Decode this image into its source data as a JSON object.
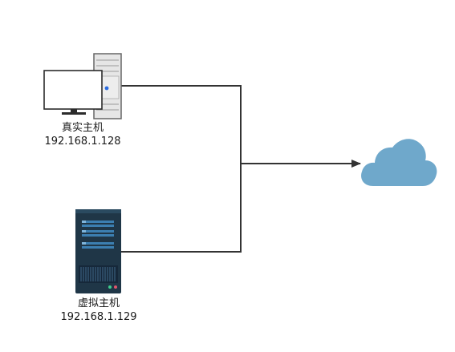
{
  "nodes": {
    "physical_host": {
      "name": "真实主机",
      "ip": "192.168.1.128"
    },
    "virtual_host": {
      "name": "虚拟主机",
      "ip": "192.168.1.129"
    },
    "network": {
      "icon": "cloud-icon"
    }
  },
  "colors": {
    "line": "#333333",
    "cloud": "#6fa8cb",
    "server_body": "#1f3647",
    "server_slot": "#3c7fb1",
    "monitor_frame": "#2b2b2b",
    "tower": "#e6e6e6",
    "led_blue": "#2b6be0"
  }
}
